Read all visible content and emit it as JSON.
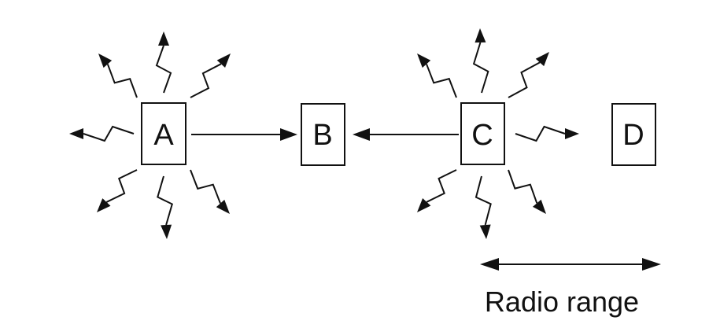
{
  "nodes": [
    {
      "id": "a",
      "label": "A"
    },
    {
      "id": "b",
      "label": "B"
    },
    {
      "id": "c",
      "label": "C"
    },
    {
      "id": "d",
      "label": "D"
    }
  ],
  "radio_range_label": "Radio range",
  "colors": {
    "ink": "#111111",
    "background": "#ffffff"
  },
  "icons": {
    "broadcast": "lightning-arrow-icon"
  }
}
